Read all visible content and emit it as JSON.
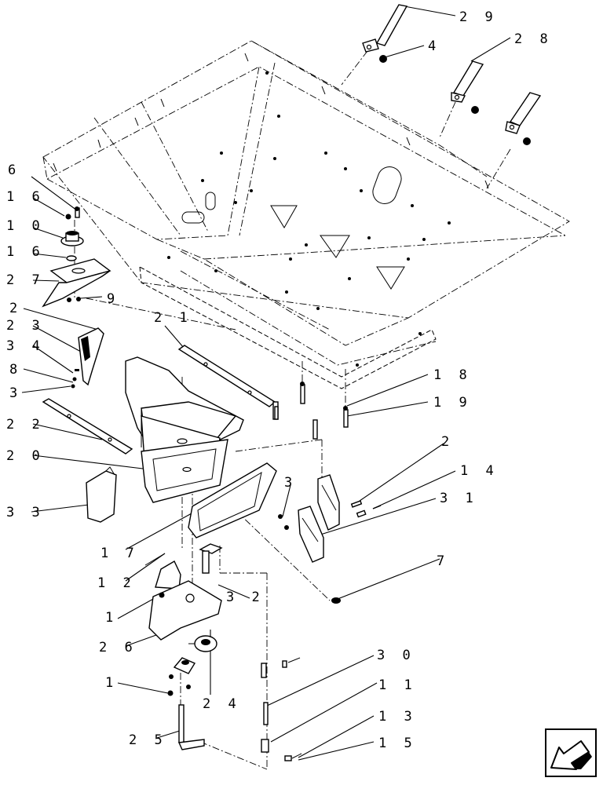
{
  "callouts": [
    {
      "id": "29",
      "label": "2 9"
    },
    {
      "id": "4",
      "label": "4"
    },
    {
      "id": "28",
      "label": "2 8"
    },
    {
      "id": "6",
      "label": "6"
    },
    {
      "id": "16a",
      "label": "1 6"
    },
    {
      "id": "10",
      "label": "1 0"
    },
    {
      "id": "16b",
      "label": "1 6"
    },
    {
      "id": "27",
      "label": "2 7"
    },
    {
      "id": "9",
      "label": "9"
    },
    {
      "id": "2a",
      "label": "2"
    },
    {
      "id": "23",
      "label": "2 3"
    },
    {
      "id": "34",
      "label": "3 4"
    },
    {
      "id": "8",
      "label": "8"
    },
    {
      "id": "3a",
      "label": "3"
    },
    {
      "id": "21",
      "label": "2 1"
    },
    {
      "id": "22",
      "label": "2 2"
    },
    {
      "id": "20",
      "label": "2 0"
    },
    {
      "id": "18",
      "label": "1 8"
    },
    {
      "id": "19",
      "label": "1 9"
    },
    {
      "id": "2b",
      "label": "2"
    },
    {
      "id": "14",
      "label": "1 4"
    },
    {
      "id": "3b",
      "label": "3"
    },
    {
      "id": "31",
      "label": "3 1"
    },
    {
      "id": "33",
      "label": "3 3"
    },
    {
      "id": "17",
      "label": "1 7"
    },
    {
      "id": "7",
      "label": "7"
    },
    {
      "id": "12",
      "label": "1 2"
    },
    {
      "id": "32",
      "label": "3 2"
    },
    {
      "id": "1a",
      "label": "1"
    },
    {
      "id": "26",
      "label": "2 6"
    },
    {
      "id": "30",
      "label": "3 0"
    },
    {
      "id": "11",
      "label": "1 1"
    },
    {
      "id": "1b",
      "label": "1"
    },
    {
      "id": "24",
      "label": "2 4"
    },
    {
      "id": "13",
      "label": "1 3"
    },
    {
      "id": "25",
      "label": "2 5"
    },
    {
      "id": "15",
      "label": "1 5"
    }
  ],
  "nav": {
    "icon": "next-page-arrow-icon"
  }
}
